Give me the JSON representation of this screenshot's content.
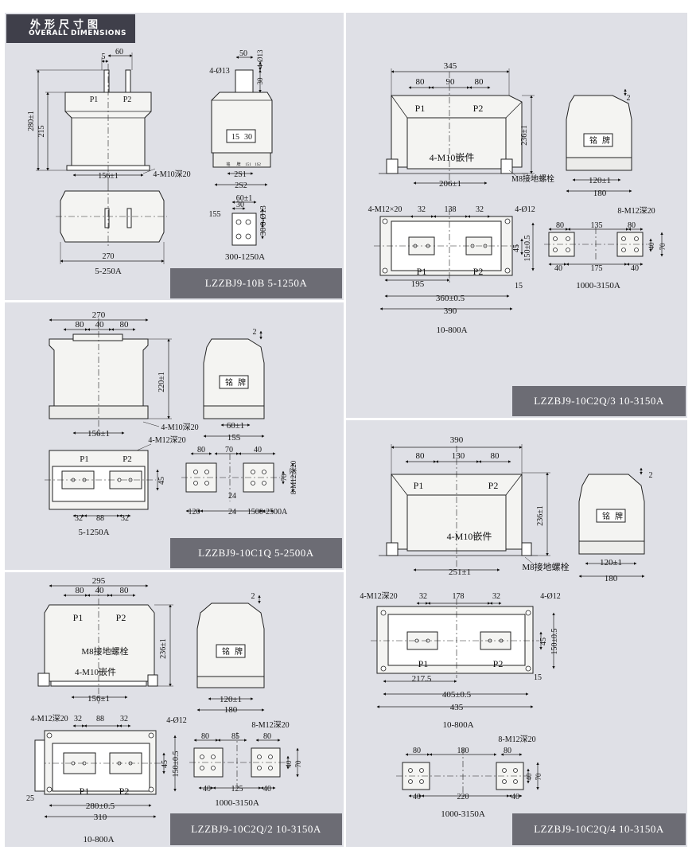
{
  "header": {
    "title_cn": "外形尺寸图",
    "title_en": "OVERALL DIMENSIONS"
  },
  "colors": {
    "background": "#dfe0e6",
    "label_bg": "#6c6c74",
    "header_bg": "#3f3f4a",
    "body": "#f4f4f2",
    "line": "#222222"
  },
  "panels": {
    "p1": {
      "model": "LZZBJ9-10B   5-1250A",
      "dims": [
        "5",
        "60",
        "280±1",
        "215",
        "P1",
        "P2",
        "156±1",
        "4-M10深20",
        "270",
        "5-250A",
        "4-Ø13",
        "50",
        "15",
        "30",
        "铭",
        "牌",
        "151",
        "1S2",
        "2S1",
        "2S2",
        "60±1",
        "155",
        "63",
        "8-Ø13",
        "30",
        "15",
        "30",
        "300-1250A"
      ]
    },
    "p2": {
      "model": "LZZBJ9-10C2Q/3   10-3150A",
      "dims": [
        "345",
        "80",
        "90",
        "80",
        "P1",
        "P2",
        "236±1",
        "4-M10嵌件",
        "206±1",
        "M8接地螺栓",
        "2",
        "铭",
        "牌",
        "120±1",
        "180",
        "4-M12×20",
        "32",
        "138",
        "32",
        "4-Ø12",
        "45",
        "150±0.5",
        "P1",
        "P2",
        "195",
        "15",
        "360±0.5",
        "390",
        "10-800A",
        "80",
        "135",
        "8-M12深20",
        "80",
        "40",
        "70",
        "40",
        "175",
        "40",
        "1000-3150A"
      ]
    },
    "p3": {
      "model": "LZZBJ9-10C1Q   5-2500A",
      "dims": [
        "270",
        "80",
        "40",
        "80",
        "2",
        "220±1",
        "4-M10深20",
        "156±1",
        "4-M12深20",
        "铭",
        "牌",
        "60±1",
        "155",
        "P1",
        "P2",
        "45",
        "32",
        "88",
        "32",
        "5-1250A",
        "80",
        "70",
        "40",
        "70",
        "8-M12深20",
        "24",
        "120",
        "24",
        "1500-2500A"
      ]
    },
    "p4": {
      "model": "LZZBJ9-10C2Q/2   10-3150A",
      "dims": [
        "295",
        "80",
        "40",
        "80",
        "P1",
        "P2",
        "236±1",
        "M8接地螺栓",
        "4-M10嵌件",
        "156±1",
        "2",
        "铭",
        "牌",
        "120±1",
        "180",
        "4-M12深20",
        "32",
        "88",
        "32",
        "4-Ø12",
        "45",
        "150±0.5",
        "P1",
        "P2",
        "25",
        "280±0.5",
        "310",
        "10-800A",
        "80",
        "85",
        "80",
        "8-M12深20",
        "40",
        "70",
        "40",
        "125",
        "40",
        "1000-3150A"
      ]
    },
    "p5": {
      "model": "LZZBJ9-10C2Q/4   10-3150A",
      "dims": [
        "390",
        "80",
        "130",
        "80",
        "P1",
        "P2",
        "236±1",
        "4-M10嵌件",
        "251±1",
        "M8接地螺栓",
        "2",
        "铭",
        "牌",
        "120±1",
        "180",
        "4-M12深20",
        "32",
        "178",
        "32",
        "4-Ø12",
        "45",
        "150±0.5",
        "P1",
        "P2",
        "217.5",
        "15",
        "405±0.5",
        "435",
        "10-800A",
        "80",
        "180",
        "8-M12深20",
        "80",
        "40",
        "70",
        "40",
        "220",
        "40",
        "1000-3150A"
      ]
    }
  }
}
